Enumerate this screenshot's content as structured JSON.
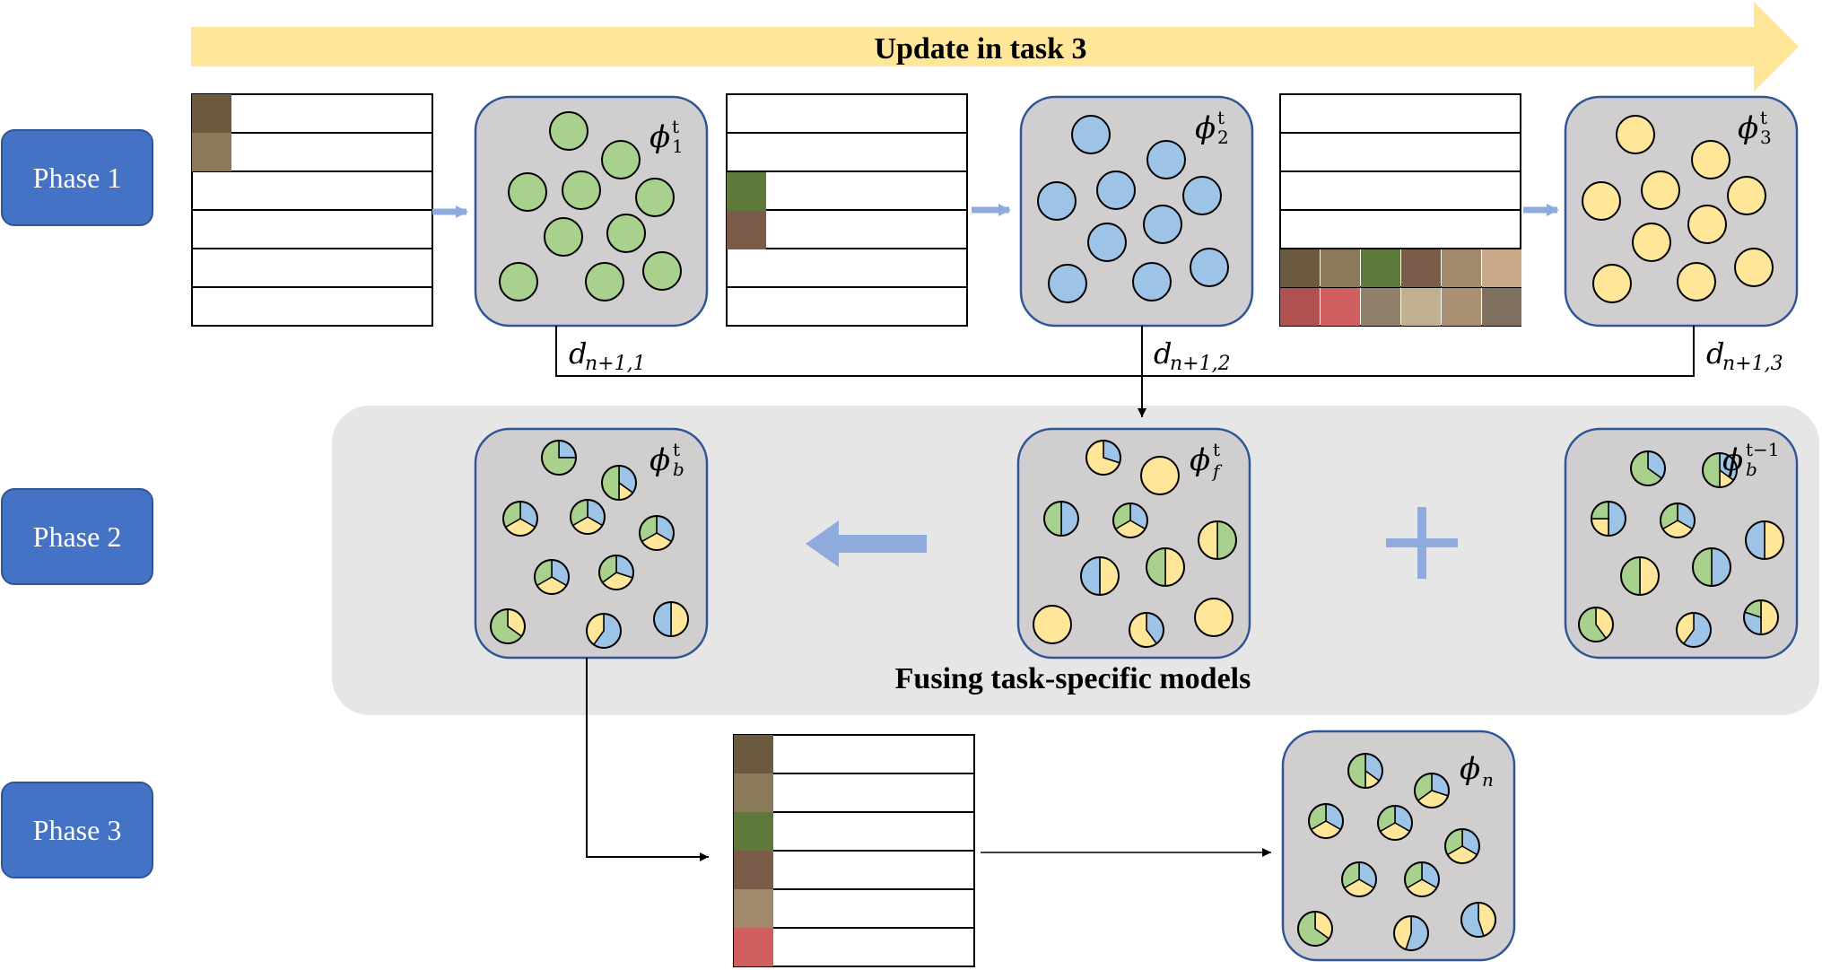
{
  "banner": {
    "label": "Update in task 3"
  },
  "phases": [
    {
      "label": "Phase 1"
    },
    {
      "label": "Phase 2"
    },
    {
      "label": "Phase 3"
    }
  ],
  "models": {
    "m1": {
      "base": "ϕ",
      "sub": "1",
      "sup": "t"
    },
    "m2": {
      "base": "ϕ",
      "sub": "2",
      "sup": "t"
    },
    "m3": {
      "base": "ϕ",
      "sub": "3",
      "sup": "t"
    },
    "mb": {
      "base": "ϕ",
      "sub": "b",
      "sup": "t"
    },
    "mf": {
      "base": "ϕ",
      "sub": "f",
      "sup": "t"
    },
    "mbp": {
      "base": "ϕ",
      "sub": "b",
      "sup": "t−1"
    },
    "mn": {
      "base": "ϕ",
      "sub": "n",
      "sup": ""
    }
  },
  "distances": [
    {
      "base": "d",
      "sub": "n+1,1"
    },
    {
      "base": "d",
      "sub": "n+1,2"
    },
    {
      "base": "d",
      "sub": "n+1,3"
    }
  ],
  "caption": "Fusing task-specific models",
  "colors": {
    "green": "#a9d18e",
    "blue": "#9dc3e6",
    "yellow": "#ffe699",
    "phase_box": "#4472c4",
    "model_bg": "#d0cece",
    "model_border": "#2f5597",
    "banner": "#ffe699",
    "fuse_panel": "#e7e6e6",
    "arrow_blue": "#8faadc"
  }
}
